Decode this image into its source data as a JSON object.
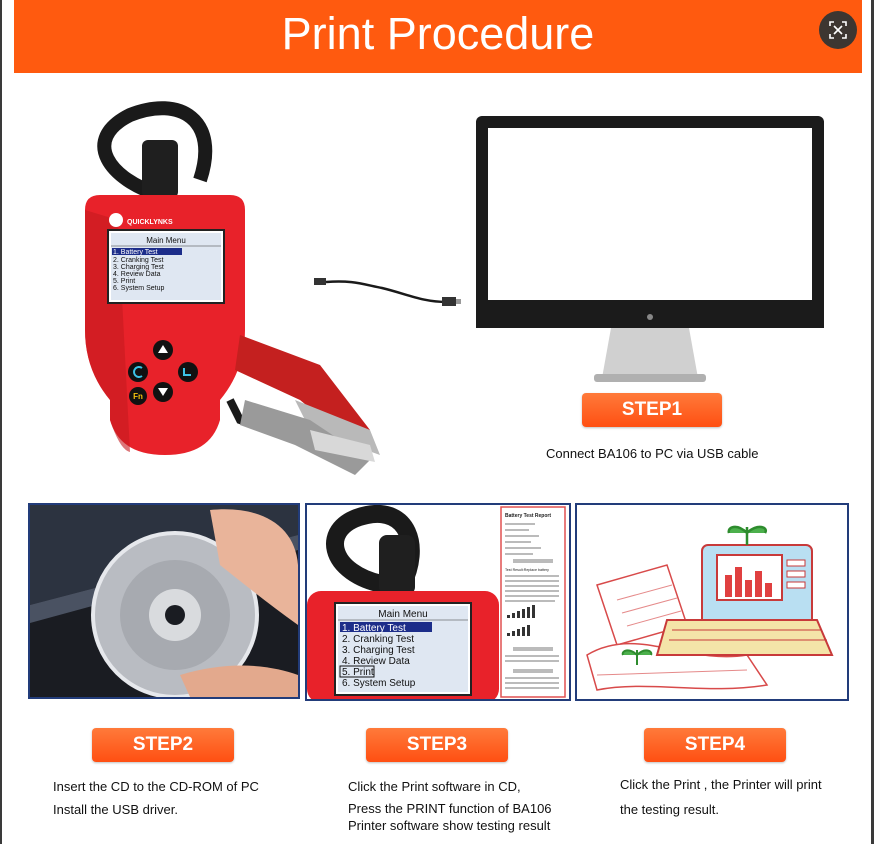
{
  "header": {
    "title": "Print Procedure"
  },
  "device": {
    "brand": "QUICKLYNKS",
    "menu_title": "Main Menu",
    "menu_items": [
      "1. Battery Test",
      "2. Cranking Test",
      "3. Charging Test",
      "4. Review Data",
      "5. Print",
      "6. System Setup"
    ],
    "fn_label": "Fn"
  },
  "steps": {
    "step1": {
      "label": "STEP1",
      "caption": "Connect BA106 to PC via USB cable"
    },
    "step2": {
      "label": "STEP2",
      "caption_line1": "Insert the CD to the CD-ROM of PC",
      "caption_line2": "Install the USB driver."
    },
    "step3": {
      "label": "STEP3",
      "caption_line1": "Click the Print software in CD,",
      "caption_line2": "Press the PRINT function of BA106",
      "caption_line3": "Printer software show testing result"
    },
    "step4": {
      "label": "STEP4",
      "caption_line1": "Click the Print , the Printer will print",
      "caption_line2": "the testing result."
    }
  },
  "report": {
    "title": "Battery Test Report",
    "result_line": "Test Result:Replace battery"
  },
  "colors": {
    "accent": "#ff5a0f",
    "device_red": "#e8222a",
    "panel_border": "#223c7a"
  }
}
